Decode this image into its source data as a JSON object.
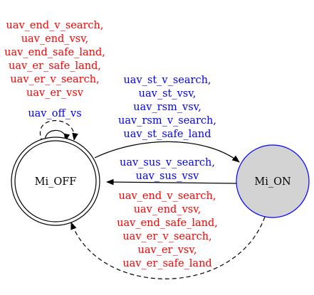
{
  "nodes": {
    "off": {
      "label": "Mi_OFF",
      "fill": "#ffffff",
      "stroke": "#000000"
    },
    "on": {
      "label": "Mi_ON",
      "fill": "#d3d3d3",
      "stroke": "#0000ff"
    }
  },
  "edges": {
    "self_loop_red": {
      "color": "#ff0000",
      "style": "dashed",
      "labels": [
        "uav_end_v_search,",
        "uav_end_vsv,",
        "uav_end_safe_land,",
        "uav_er_safe_land,",
        "uav_er_v_search,",
        "uav_er_vsv"
      ]
    },
    "self_loop_blue": {
      "color": "#0000ff",
      "style": "solid",
      "labels": [
        "uav_off_vs"
      ]
    },
    "off_to_on": {
      "color": "#0000ff",
      "style": "solid",
      "labels": [
        "uav_st_v_search,",
        "uav_st_vsv,",
        "uav_rsm_vsv,",
        "uav_rsm_v_search,",
        "uav_st_safe_land"
      ]
    },
    "on_to_off_solid": {
      "color": "#0000ff",
      "style": "solid",
      "labels": [
        "uav_sus_v_search,",
        "uav_sus_vsv"
      ]
    },
    "on_to_off_dashed": {
      "color": "#ff0000",
      "style": "dashed",
      "labels": [
        "uav_end_v_search,",
        "uav_end_vsv,",
        "uav_end_safe_land,",
        "uav_er_v_search,",
        "uav_er_vsv,",
        "uav_er_safe_land"
      ]
    }
  }
}
